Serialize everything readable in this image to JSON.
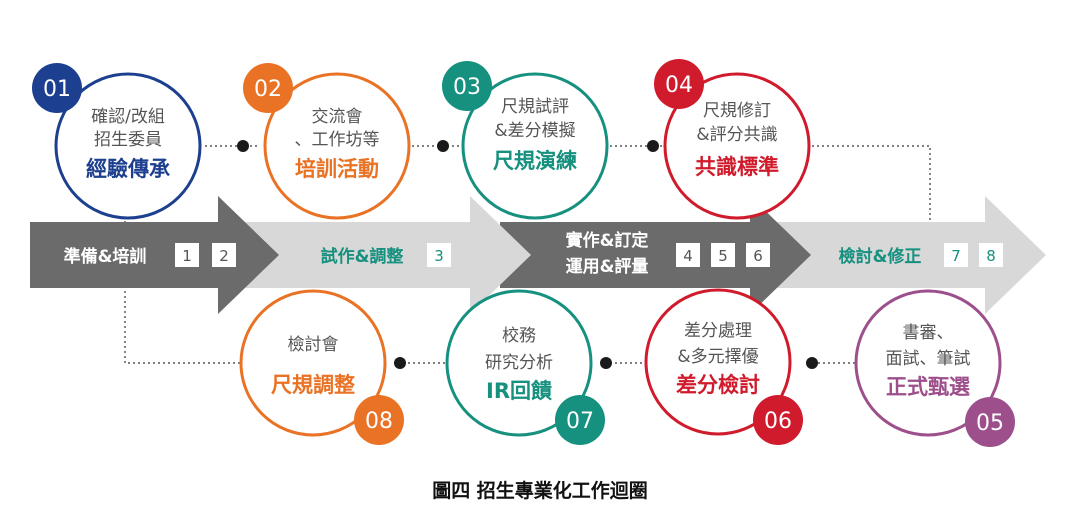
{
  "caption": "圖四 招生專業化工作迴圈",
  "colors": {
    "blue": "#1d3f8f",
    "orange": "#ea7224",
    "teal": "#16907f",
    "red": "#cf1b2b",
    "purple": "#9c4f8b",
    "arrow_dark": "#6b6b6b",
    "arrow_light": "#d8d8d8",
    "text_gray": "#555555",
    "box_teal_text": "#16907f"
  },
  "phases": [
    {
      "label": "準備&培訓",
      "numbers": [
        "1",
        "2"
      ]
    },
    {
      "label": "試作&調整",
      "numbers": [
        "3"
      ]
    },
    {
      "label_line1": "實作&訂定",
      "label_line2": "運用&評量",
      "numbers": [
        "4",
        "5",
        "6"
      ]
    },
    {
      "label": "檢討&修正",
      "numbers": [
        "7",
        "8"
      ]
    }
  ],
  "steps": [
    {
      "num": "01",
      "line1": "確認/改組",
      "line2": "招生委員",
      "title": "經驗傳承",
      "color": "blue"
    },
    {
      "num": "02",
      "line1": "交流會",
      "line2": "、工作坊等",
      "title": "培訓活動",
      "color": "orange"
    },
    {
      "num": "03",
      "line1": "尺規試評",
      "line2": "&差分模擬",
      "title": "尺規演練",
      "color": "teal"
    },
    {
      "num": "04",
      "line1": "尺規修訂",
      "line2": "&評分共識",
      "title": "共識標準",
      "color": "red"
    },
    {
      "num": "05",
      "line1": "書審、",
      "line2": "面試、筆試",
      "title": "正式甄選",
      "color": "purple"
    },
    {
      "num": "06",
      "line1": "差分處理",
      "line2": "&多元擇優",
      "title": "差分檢討",
      "color": "red"
    },
    {
      "num": "07",
      "line1": "校務",
      "line2": "研究分析",
      "title": "IR回饋",
      "color": "teal"
    },
    {
      "num": "08",
      "line1": "",
      "line2": "檢討會",
      "title": "尺規調整",
      "color": "orange"
    }
  ]
}
